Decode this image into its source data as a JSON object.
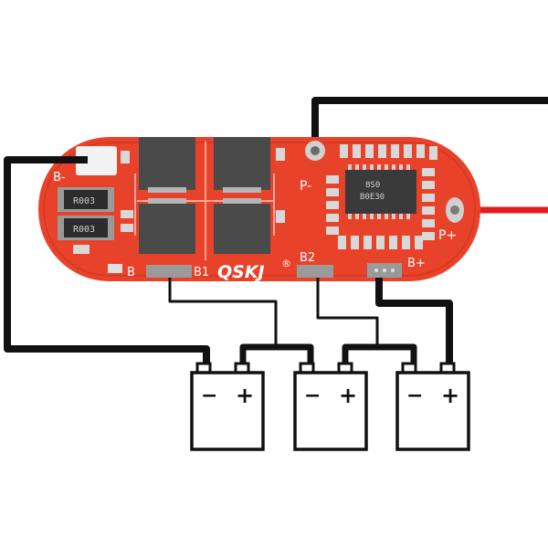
{
  "board": {
    "brand": "QSKJ",
    "registered_mark": "®",
    "labels": {
      "b_minus": "B-",
      "p_minus": "P-",
      "p_plus": "P+",
      "b_plus": "B+",
      "b": "B",
      "b1": "B1",
      "b2": "B2"
    },
    "resistor_codes": [
      "R003",
      "R003"
    ],
    "chip_text": [
      "8S0",
      "B0E30"
    ]
  },
  "batteries": [
    {
      "minus": "−",
      "plus": "+"
    },
    {
      "minus": "−",
      "plus": "+"
    },
    {
      "minus": "−",
      "plus": "+"
    }
  ],
  "colors": {
    "pcb": "#e8432a",
    "pcb_dark": "#c83520",
    "wire_black": "#111111",
    "wire_red": "#e41b1b",
    "mosfet": "#4a4a4a",
    "pad": "#c9c9c9"
  }
}
